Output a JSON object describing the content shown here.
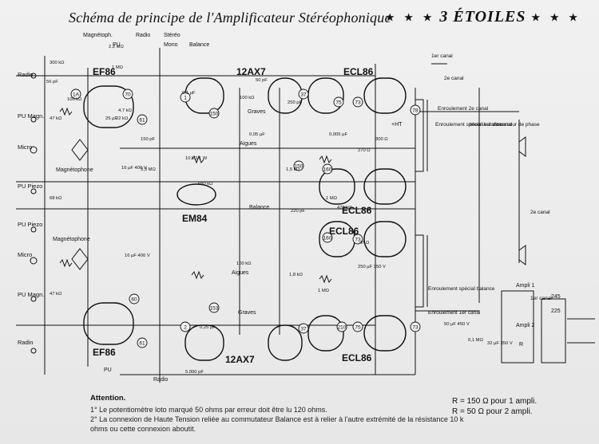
{
  "header": {
    "title": "Schéma de principe de l'Amplificateur Stéréophonique",
    "stars_left": "★ ★ ★",
    "brand": "3 ÉTOILES",
    "stars_right": "★ ★ ★"
  },
  "tubes": {
    "ef86_top": "EF86",
    "ef86_bottom": "EF86",
    "twelve_ax7_top": "12AX7",
    "twelve_ax7_bottom": "12AX7",
    "ecl86_1": "ECL86",
    "ecl86_2": "ECL86",
    "ecl86_3": "ECL86",
    "ecl86_4": "ECL86",
    "em84": "EM84"
  },
  "inputs_top": {
    "radio": "Radio",
    "pu_magn": "PU Magn.",
    "micro": "Micro",
    "pu_piezo": "PU Piezo",
    "magnetophone": "Magnétophone"
  },
  "inputs_bottom": {
    "pu_piezo": "PU Piezo",
    "magnetophone": "Magnétophone",
    "micro": "Micro",
    "pu_magn": "PU Magn.",
    "radio": "Radin"
  },
  "switch_labels": {
    "magnetoph": "Magnétoph.",
    "radio": "Radio",
    "pu": "PU",
    "stereo": "Stéréo",
    "mono": "Mono",
    "balance": "Balance",
    "pu_bottom": "PU",
    "radio_bottom": "Radio"
  },
  "controls": {
    "graves_top": "Graves",
    "aigues_top": "Aigues",
    "aigues_bottom": "Aigues",
    "graves_bottom": "Graves",
    "balance": "Balance"
  },
  "output_labels": {
    "canal_1_top": "1er canal",
    "canal_2_top": "2e canal",
    "canal_2_mid": "2e canal",
    "canal_1_bottom": "1er canal",
    "enroulement_2": "Enroulement 2e canal",
    "enroulement_speciale": "Enroulement spécial balance",
    "inverseur_canal": "Inverseur de canal",
    "inverseur_phase": "Inverseur de phase",
    "enroulement_special_bottom": "Enroulement spécial balance",
    "enroulement_1": "Enroulement 1er canal"
  },
  "psu_labels": {
    "ampli1": "Ampli 1",
    "ampli2": "Ampli 2",
    "ht_plus": "+HT",
    "voltage_245": "245",
    "label_225": "225",
    "marker_g": "R"
  },
  "badges": [
    "1A",
    "70",
    "61",
    "150",
    "1",
    "37",
    "75",
    "73",
    "78",
    "150",
    "160",
    "160",
    "73",
    "60",
    "2",
    "61",
    "153",
    "37",
    "210",
    "75",
    "73"
  ],
  "component_values": [
    "300 kΩ",
    "56 pF",
    "47 kΩ",
    "100 kΩ",
    "2,2 MΩ",
    "1 MΩ",
    "22 kΩ",
    "16 µF 400 V",
    "68 kΩ",
    "47 kΩ",
    "25 µF",
    "4,7 kΩ",
    "0,1 µF",
    "150 pF",
    "3,3 MΩ",
    "680 kΩ",
    "10 kΩ 1 W",
    "100 kΩ",
    "50 pF",
    "0,05 µF",
    "1,5 kΩ",
    "250 pF",
    "0,005 µF",
    "270 Ω",
    "1 MΩ",
    "470 kΩ",
    "220 pF",
    "5.000 pF",
    "16 µF 400 V",
    "100 kΩ",
    "0,25 µF",
    "1,8 kΩ",
    "47 Ω",
    "250 µF 350 V",
    "300 Ω",
    "32 µF 350 V",
    "50 µF 450 V",
    "0,1 MΩ",
    "1 MΩ"
  ],
  "notes": {
    "heading": "Attention.",
    "note1": "1° Le potentiomètre loto marqué 50 ohms par erreur doit être lu 120 ohms.",
    "note2": "2° La connexion de Haute Tension reliée au commutateur Balance est à relier à l'autre extrémité de la résistance 10 k ohms ou cette connexion aboutit."
  },
  "r_notes": {
    "r1": "R  =  150 Ω pour 1 ampli.",
    "r2": "R  =    50 Ω pour 2 ampli."
  },
  "colors": {
    "paper": "#ececec",
    "ink": "#111111"
  }
}
